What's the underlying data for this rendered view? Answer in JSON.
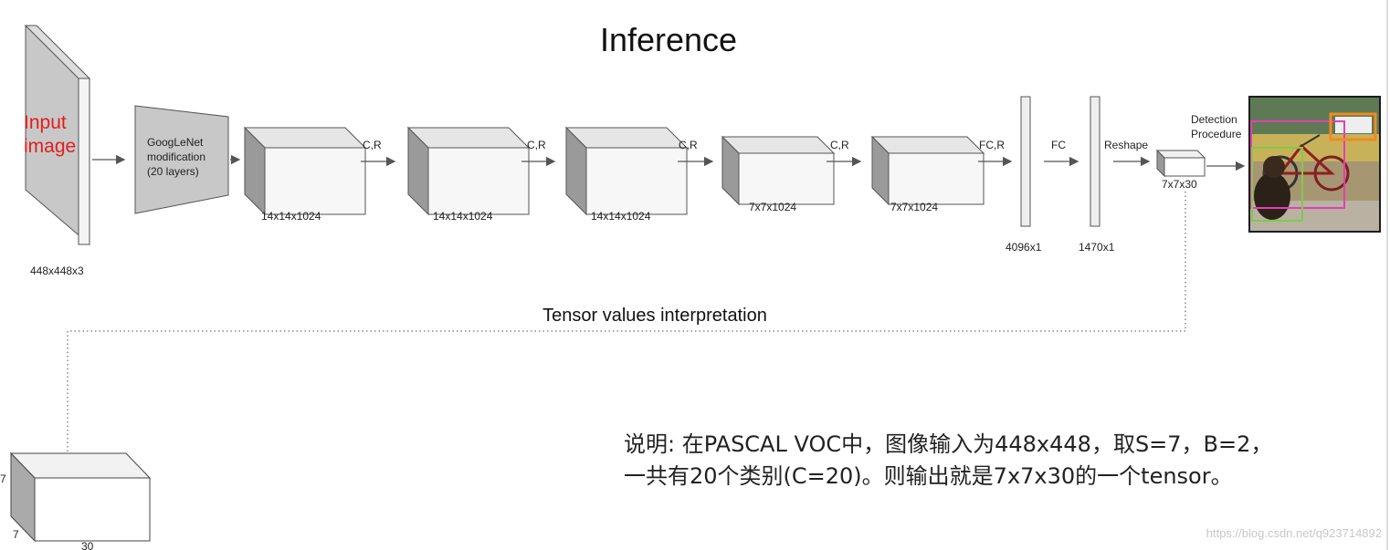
{
  "title": "Inference",
  "input": {
    "label_line1": "Input",
    "label_line2": "image",
    "size": "448x448x3"
  },
  "googlenet": {
    "line1": "GoogLeNet",
    "line2": "modification",
    "line3": "(20 layers)"
  },
  "blocks": [
    {
      "size": "14x14x1024"
    },
    {
      "size": "14x14x1024"
    },
    {
      "size": "14x14x1024"
    },
    {
      "size": "7x7x1024"
    },
    {
      "size": "7x7x1024"
    }
  ],
  "arrow_labels": [
    "C,R",
    "C,R",
    "C,R",
    "C,R",
    "FC,R",
    "FC",
    "Reshape"
  ],
  "fc_layers": [
    {
      "size": "4096x1"
    },
    {
      "size": "1470x1"
    }
  ],
  "output": {
    "size": "7x7x30",
    "detection_line1": "Detection",
    "detection_line2": "Procedure"
  },
  "interpretation": {
    "label": "Tensor values interpretation",
    "dim_left": "7",
    "dim_bottom_left": "7",
    "dim_bottom": "30"
  },
  "description": "说明: 在PASCAL VOC中，图像输入为448x448，取S=7，B=2，一共有20个类别(C=20)。则输出就是7x7x30的一个tensor。",
  "watermark": "https://blog.csdn.net/q923714892"
}
